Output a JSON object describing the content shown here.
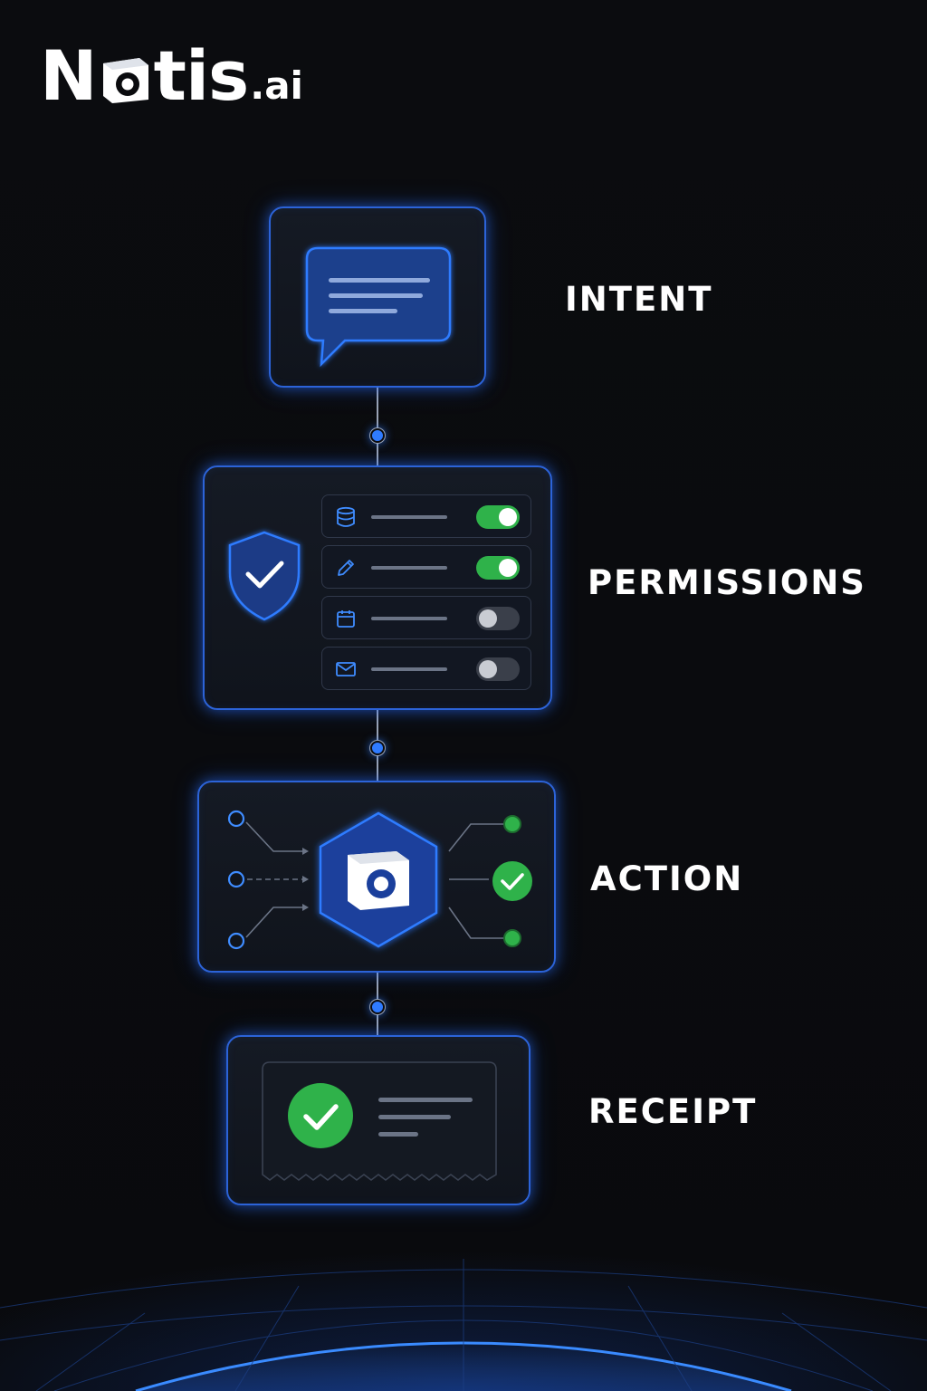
{
  "brand": {
    "logo_n": "N",
    "logo_tis": "tis",
    "logo_suffix": ".ai",
    "logo_full": "Notis.ai"
  },
  "steps": [
    {
      "id": "intent",
      "label": "INTENT",
      "icon": "chat-bubble-icon"
    },
    {
      "id": "permissions",
      "label": "PERMISSIONS",
      "icon": "shield-check-icon"
    },
    {
      "id": "action",
      "label": "ACTION",
      "icon": "hexagon-hub-icon"
    },
    {
      "id": "receipt",
      "label": "RECEIPT",
      "icon": "receipt-check-icon"
    }
  ],
  "permissions": [
    {
      "icon": "database-icon",
      "enabled": true
    },
    {
      "icon": "pencil-icon",
      "enabled": true
    },
    {
      "icon": "calendar-icon",
      "enabled": false
    },
    {
      "icon": "mail-icon",
      "enabled": false
    }
  ],
  "action": {
    "inputs": 3,
    "outputs": [
      "dot",
      "check",
      "dot"
    ]
  },
  "colors": {
    "background": "#0a0b0e",
    "accent_blue": "#2c63d8",
    "glow_blue": "#2f7bff",
    "success_green": "#2fb24a",
    "toggle_off": "#3a3f4a"
  }
}
